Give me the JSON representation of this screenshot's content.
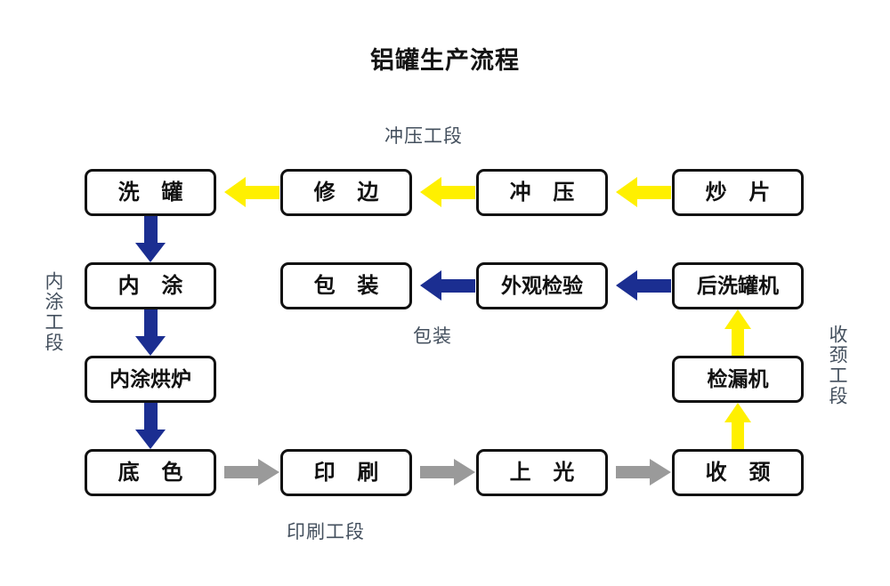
{
  "diagram": {
    "title": "铝罐生产流程",
    "colors": {
      "yellow_arrow": "#FFF000",
      "blue_arrow": "#1B2E91",
      "gray_arrow": "#9A9A9A",
      "box_border": "#111111",
      "section_label": "#44505E",
      "background": "#FFFFFF"
    },
    "boxes": {
      "chao_pian": "炒 片",
      "chong_ya": "冲 压",
      "xiu_bian": "修 边",
      "xi_guan": "洗 罐",
      "nei_tu": "内 涂",
      "nei_tu_hong_lu": "内涂烘炉",
      "di_se": "底 色",
      "yin_shua": "印 刷",
      "shang_guang": "上 光",
      "shou_jing": "收 颈",
      "jian_lou_ji": "检漏机",
      "hou_xi_guan_ji": "后洗罐机",
      "wai_guan_jian_yan": "外观检验",
      "bao_zhuang": "包 装"
    },
    "section_labels": {
      "chong_ya_gong_duan": "冲压工段",
      "nei_tu_gong_duan": "内涂工段",
      "yin_shua_gong_duan": "印刷工段",
      "shou_jing_gong_duan": "收颈工段",
      "bao_zhuang": "包装"
    },
    "flow": [
      {
        "from": "炒 片",
        "to": "冲 压",
        "color": "#FFF000",
        "direction": "left"
      },
      {
        "from": "冲 压",
        "to": "修 边",
        "color": "#FFF000",
        "direction": "left"
      },
      {
        "from": "修 边",
        "to": "洗 罐",
        "color": "#FFF000",
        "direction": "left"
      },
      {
        "from": "洗 罐",
        "to": "内 涂",
        "color": "#1B2E91",
        "direction": "down"
      },
      {
        "from": "内 涂",
        "to": "内涂烘炉",
        "color": "#1B2E91",
        "direction": "down"
      },
      {
        "from": "内涂烘炉",
        "to": "底 色",
        "color": "#1B2E91",
        "direction": "down"
      },
      {
        "from": "底 色",
        "to": "印 刷",
        "color": "#9A9A9A",
        "direction": "right"
      },
      {
        "from": "印 刷",
        "to": "上 光",
        "color": "#9A9A9A",
        "direction": "right"
      },
      {
        "from": "上 光",
        "to": "收 颈",
        "color": "#9A9A9A",
        "direction": "right"
      },
      {
        "from": "收 颈",
        "to": "检漏机",
        "color": "#FFF000",
        "direction": "up"
      },
      {
        "from": "检漏机",
        "to": "后洗罐机",
        "color": "#FFF000",
        "direction": "up"
      },
      {
        "from": "后洗罐机",
        "to": "外观检验",
        "color": "#1B2E91",
        "direction": "left"
      },
      {
        "from": "外观检验",
        "to": "包 装",
        "color": "#1B2E91",
        "direction": "left"
      }
    ]
  }
}
